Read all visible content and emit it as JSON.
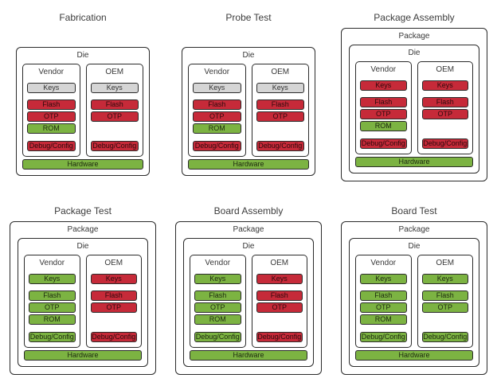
{
  "colors": {
    "red": "#c62a39",
    "green": "#7cb342",
    "gray": "#d5d5d5",
    "stroke": "#2b2b2b",
    "title": "#3d3d3d"
  },
  "panels": [
    {
      "title": "Fabrication",
      "die_label": "Die",
      "vendor": {
        "label": "Vendor",
        "items": [
          {
            "label": "Keys",
            "state": "gray"
          },
          {
            "label": "Flash",
            "state": "red"
          },
          {
            "label": "OTP",
            "state": "red"
          },
          {
            "label": "ROM",
            "state": "green"
          },
          {
            "label": "Debug/Config",
            "state": "red"
          }
        ]
      },
      "oem": {
        "label": "OEM",
        "items": [
          {
            "label": "Keys",
            "state": "gray"
          },
          {
            "label": "Flash",
            "state": "red"
          },
          {
            "label": "OTP",
            "state": "red"
          },
          {
            "label": "Debug/Config",
            "state": "red"
          }
        ]
      },
      "hardware": {
        "label": "Hardware",
        "state": "green"
      }
    },
    {
      "title": "Probe Test",
      "die_label": "Die",
      "vendor": {
        "label": "Vendor",
        "items": [
          {
            "label": "Keys",
            "state": "gray"
          },
          {
            "label": "Flash",
            "state": "red"
          },
          {
            "label": "OTP",
            "state": "red"
          },
          {
            "label": "ROM",
            "state": "green"
          },
          {
            "label": "Debug/Config",
            "state": "red"
          }
        ]
      },
      "oem": {
        "label": "OEM",
        "items": [
          {
            "label": "Keys",
            "state": "gray"
          },
          {
            "label": "Flash",
            "state": "red"
          },
          {
            "label": "OTP",
            "state": "red"
          },
          {
            "label": "Debug/Config",
            "state": "red"
          }
        ]
      },
      "hardware": {
        "label": "Hardware",
        "state": "green"
      }
    },
    {
      "title": "Package Assembly",
      "package_label": "Package",
      "die_label": "Die",
      "vendor": {
        "label": "Vendor",
        "items": [
          {
            "label": "Keys",
            "state": "red"
          },
          {
            "label": "Flash",
            "state": "red"
          },
          {
            "label": "OTP",
            "state": "red"
          },
          {
            "label": "ROM",
            "state": "green"
          },
          {
            "label": "Debug/Config",
            "state": "red"
          }
        ]
      },
      "oem": {
        "label": "OEM",
        "items": [
          {
            "label": "Keys",
            "state": "red"
          },
          {
            "label": "Flash",
            "state": "red"
          },
          {
            "label": "OTP",
            "state": "red"
          },
          {
            "label": "Debug/Config",
            "state": "red"
          }
        ]
      },
      "hardware": {
        "label": "Hardware",
        "state": "green"
      }
    },
    {
      "title": "Package Test",
      "package_label": "Package",
      "die_label": "Die",
      "vendor": {
        "label": "Vendor",
        "items": [
          {
            "label": "Keys",
            "state": "green"
          },
          {
            "label": "Flash",
            "state": "green"
          },
          {
            "label": "OTP",
            "state": "green"
          },
          {
            "label": "ROM",
            "state": "green"
          },
          {
            "label": "Debug/Config",
            "state": "green"
          }
        ]
      },
      "oem": {
        "label": "OEM",
        "items": [
          {
            "label": "Keys",
            "state": "red"
          },
          {
            "label": "Flash",
            "state": "red"
          },
          {
            "label": "OTP",
            "state": "red"
          },
          {
            "label": "Debug/Config",
            "state": "red"
          }
        ]
      },
      "hardware": {
        "label": "Hardware",
        "state": "green"
      }
    },
    {
      "title": "Board Assembly",
      "package_label": "Package",
      "die_label": "Die",
      "vendor": {
        "label": "Vendor",
        "items": [
          {
            "label": "Keys",
            "state": "green"
          },
          {
            "label": "Flash",
            "state": "green"
          },
          {
            "label": "OTP",
            "state": "green"
          },
          {
            "label": "ROM",
            "state": "green"
          },
          {
            "label": "Debug/Config",
            "state": "green"
          }
        ]
      },
      "oem": {
        "label": "OEM",
        "items": [
          {
            "label": "Keys",
            "state": "red"
          },
          {
            "label": "Flash",
            "state": "red"
          },
          {
            "label": "OTP",
            "state": "red"
          },
          {
            "label": "Debug/Config",
            "state": "red"
          }
        ]
      },
      "hardware": {
        "label": "Hardware",
        "state": "green"
      }
    },
    {
      "title": "Board Test",
      "package_label": "Package",
      "die_label": "Die",
      "vendor": {
        "label": "Vendor",
        "items": [
          {
            "label": "Keys",
            "state": "green"
          },
          {
            "label": "Flash",
            "state": "green"
          },
          {
            "label": "OTP",
            "state": "green"
          },
          {
            "label": "ROM",
            "state": "green"
          },
          {
            "label": "Debug/Config",
            "state": "green"
          }
        ]
      },
      "oem": {
        "label": "OEM",
        "items": [
          {
            "label": "Keys",
            "state": "green"
          },
          {
            "label": "Flash",
            "state": "green"
          },
          {
            "label": "OTP",
            "state": "green"
          },
          {
            "label": "Debug/Config",
            "state": "green"
          }
        ]
      },
      "hardware": {
        "label": "Hardware",
        "state": "green"
      }
    }
  ]
}
